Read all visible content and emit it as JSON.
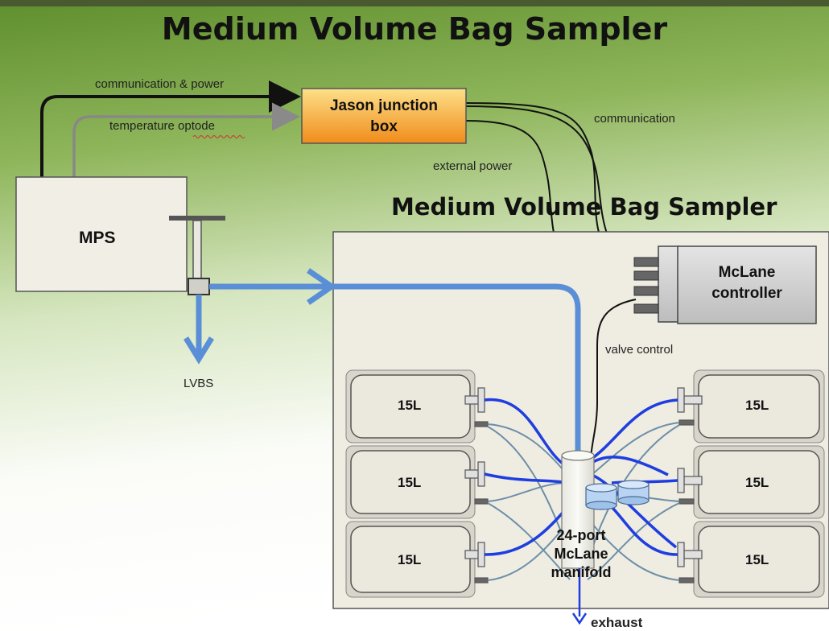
{
  "title": "Medium Volume Bag Sampler",
  "subtitle": "Medium Volume Bag Sampler",
  "mps": {
    "label": "MPS"
  },
  "junction_box": {
    "line1": "Jason junction",
    "line2": "box"
  },
  "controller": {
    "line1": "McLane",
    "line2": "controller"
  },
  "manifold": {
    "line1": "24-port",
    "line2": "McLane",
    "line3": "manifold"
  },
  "bags": [
    "15L",
    "15L",
    "15L",
    "15L",
    "15L",
    "15L"
  ],
  "connections": {
    "communication_power": "communication & power",
    "temperature_optode": "temperature optode",
    "communication": "communication",
    "external_power": "external power",
    "valve_control": "valve control",
    "lvbs": "LVBS",
    "exhaust": "exhaust"
  },
  "colors": {
    "background_top": "#6f9c3a",
    "background_bottom": "#ffffff",
    "junction_fill_top": "#fcd34a",
    "junction_fill_bottom": "#f2941a",
    "flow_blue": "#5b8fd6",
    "tube_blue": "#1d3fe0",
    "panel_fill": "#f0ede3"
  }
}
